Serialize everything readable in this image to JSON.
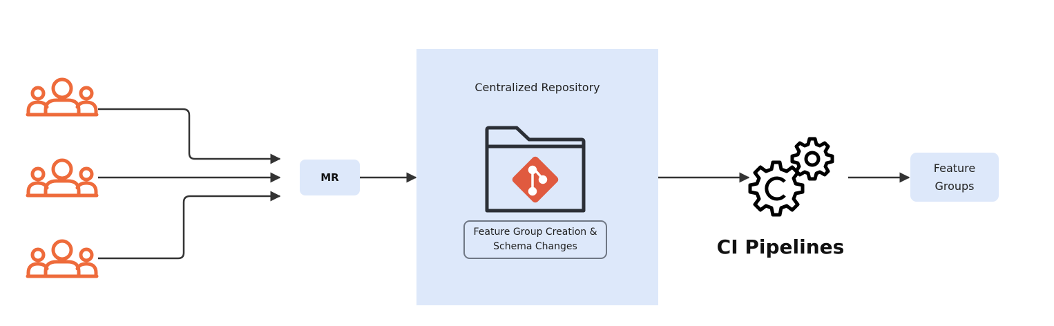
{
  "repository": {
    "title": "Centralized Repository",
    "change_label": "Feature Group Creation &\nSchema Changes"
  },
  "merge_request": {
    "label": "MR"
  },
  "ci": {
    "label": "CI Pipelines"
  },
  "output": {
    "label": "Feature\nGroups"
  },
  "icons": {
    "users": "team-group-icon",
    "folder": "folder-icon",
    "git": "git-logo-icon",
    "gears": "gears-icon"
  },
  "colors": {
    "team_icon": "#ee6b3b",
    "git_logo": "#e05a3f",
    "panel": "#dde8fa",
    "arrow": "#333333",
    "folder_stroke": "#2b2f36"
  }
}
